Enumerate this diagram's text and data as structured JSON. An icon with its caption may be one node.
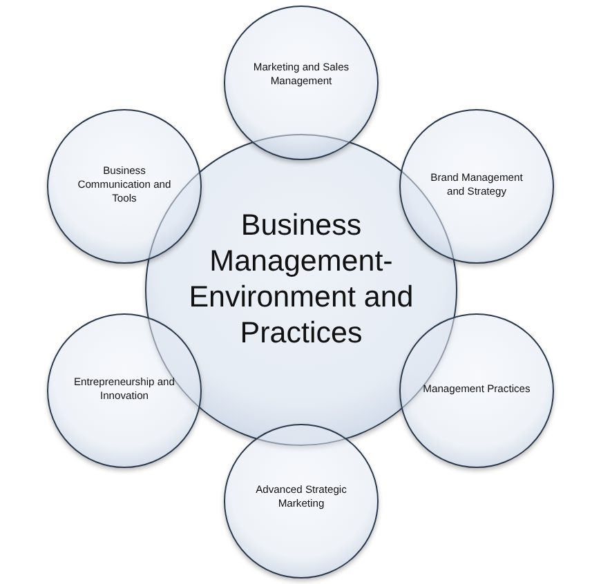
{
  "diagram": {
    "nodes": [
      {
        "text": [
          "Marketing and Sales Management"
        ]
      },
      {
        "text": [
          "Business Communication and Tools"
        ]
      },
      {
        "text": [
          "Brand Management and Strategy"
        ]
      },
      {
        "text": [
          "Business Management- Environment and Practices"
        ]
      },
      {
        "text": [
          "Entrepreneurship and Innovation"
        ]
      },
      {
        "text": [
          "Management Practices"
        ]
      },
      {
        "text": [
          "Advanced Strategic Marketing"
        ]
      }
    ]
  }
}
